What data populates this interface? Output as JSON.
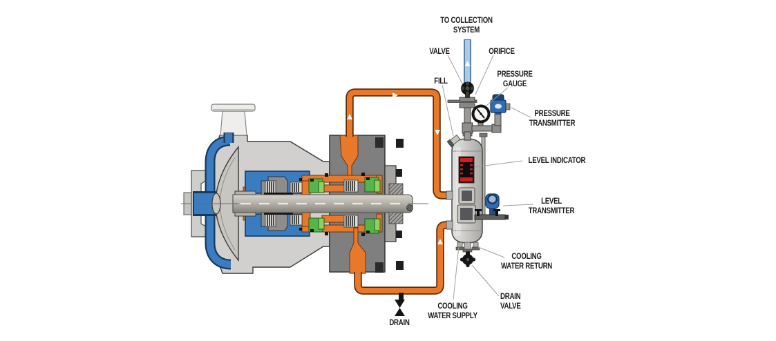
{
  "diagram": {
    "title_context": "Pump mechanical seal support system diagram",
    "labels": {
      "to_collection_system": {
        "line1": "TO COLLECTION",
        "line2": "SYSTEM"
      },
      "valve": "VALVE",
      "orifice": "ORIFICE",
      "fill": "FILL",
      "pressure_gauge": {
        "line1": "PRESSURE",
        "line2": "GAUGE"
      },
      "pressure_transmitter": {
        "line1": "PRESSURE",
        "line2": "TRANSMITTER"
      },
      "level_indicator": "LEVEL INDICATOR",
      "level_transmitter": {
        "line1": "LEVEL",
        "line2": "TRANSMITTER"
      },
      "cooling_water_return": {
        "line1": "COOLING",
        "line2": "WATER RETURN"
      },
      "drain_valve": {
        "line1": "DRAIN",
        "line2": "VALVE"
      },
      "cooling_water_supply": {
        "line1": "COOLING",
        "line2": "WATER SUPPLY"
      },
      "drain": "DRAIN"
    },
    "colors": {
      "barrier_fluid_orange": "#e8792a",
      "process_fluid_blue": "#3a7cc0",
      "collection_pipe_light_blue": "#a9cbe7",
      "instrument_blue": "#2e6cb3",
      "seal_face_green": "#56b44a",
      "level_indicator_red": "#d01f1f",
      "casing_gray": "#d1d0ce",
      "gland_gray": "#7f7f7f",
      "valve_black": "#141414"
    }
  }
}
